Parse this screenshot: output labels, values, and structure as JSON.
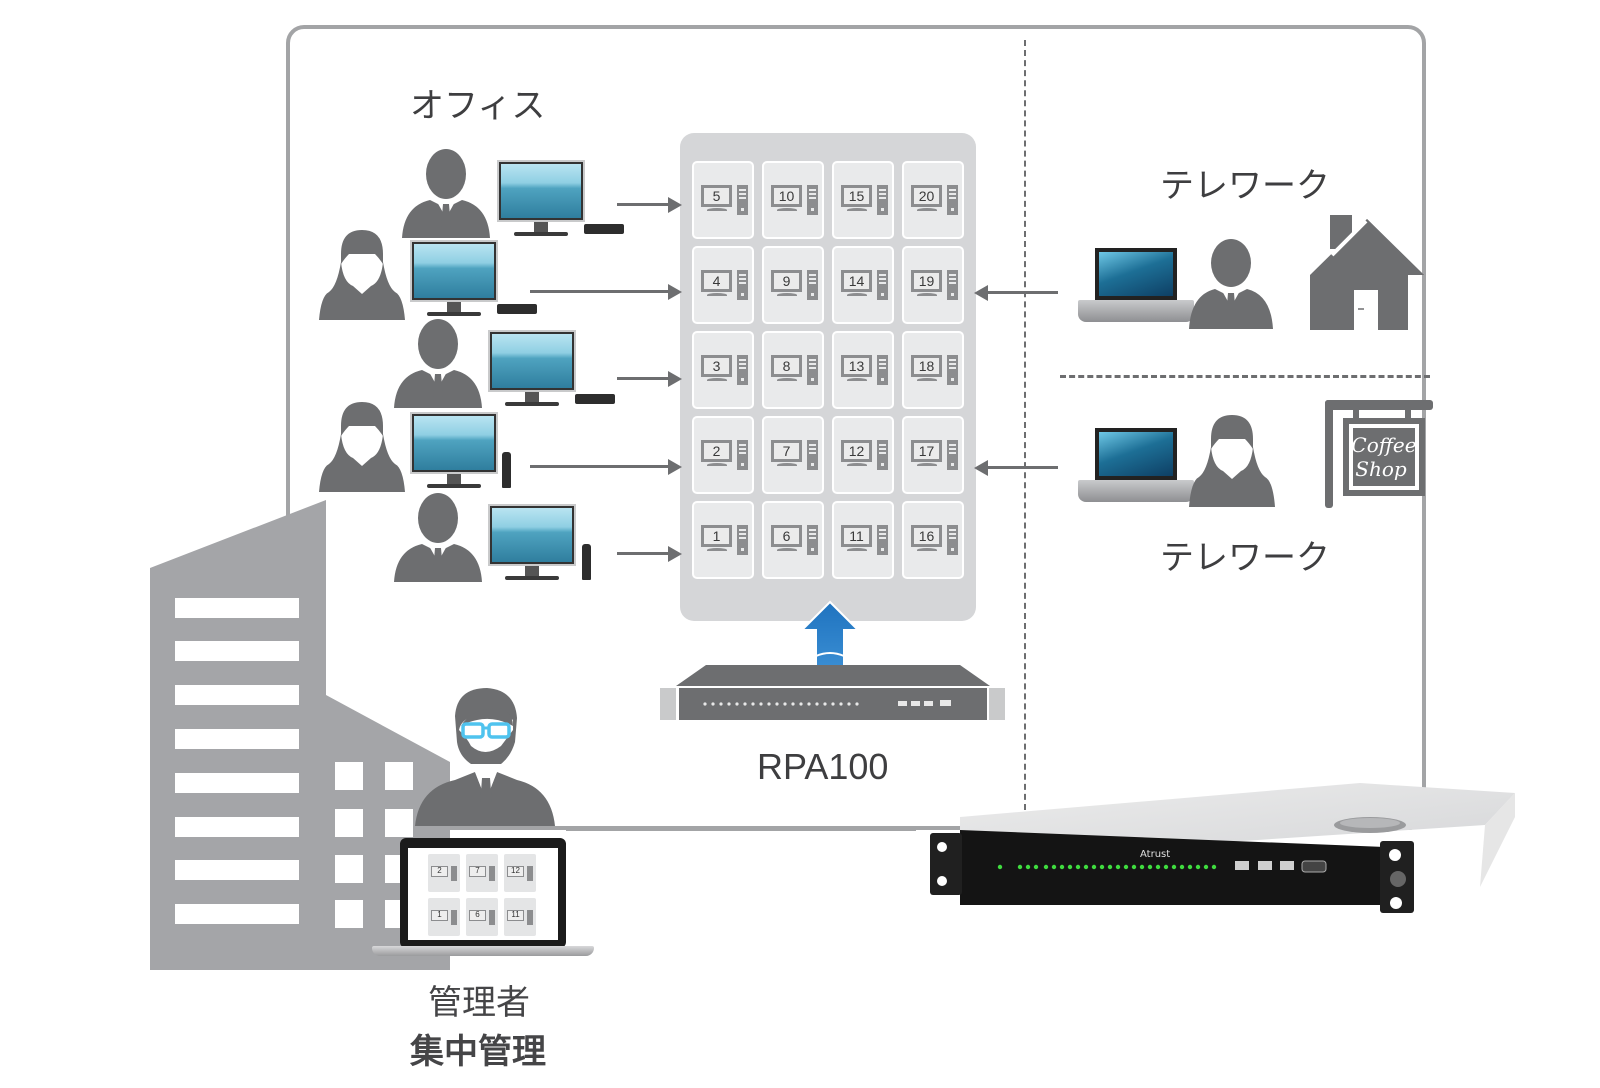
{
  "labels": {
    "office": "オフィス",
    "telework_home": "テレワーク",
    "telework_cafe": "テレワーク",
    "rpa_product": "RPA100",
    "admin_role": "管理者",
    "central_mgmt": "集中管理",
    "coffee_sign_line1": "Coffee",
    "coffee_sign_line2": "Shop",
    "server_brand": "Atrust"
  },
  "vm_grid": {
    "rows": [
      [
        5,
        10,
        15,
        20
      ],
      [
        4,
        9,
        14,
        19
      ],
      [
        3,
        8,
        13,
        18
      ],
      [
        2,
        7,
        12,
        17
      ],
      [
        1,
        6,
        11,
        16
      ]
    ]
  },
  "admin_screen_grid": {
    "rows": [
      [
        2,
        7,
        12
      ],
      [
        1,
        6,
        11
      ]
    ]
  },
  "office_users": [
    {
      "type": "male",
      "client": "box"
    },
    {
      "type": "female",
      "client": "box"
    },
    {
      "type": "male",
      "client": "box"
    },
    {
      "type": "female",
      "client": "tower"
    },
    {
      "type": "male",
      "client": "tower"
    }
  ],
  "remote_users": [
    {
      "type": "male",
      "location": "home"
    },
    {
      "type": "female",
      "location": "coffee-shop"
    }
  ],
  "colors": {
    "frame": "#a3a4a6",
    "icon_gray": "#6d6e70",
    "building_gray": "#a4a5a8",
    "upload_arrow_blue": "#1f73bf",
    "glasses_blue": "#4fc3ee"
  }
}
